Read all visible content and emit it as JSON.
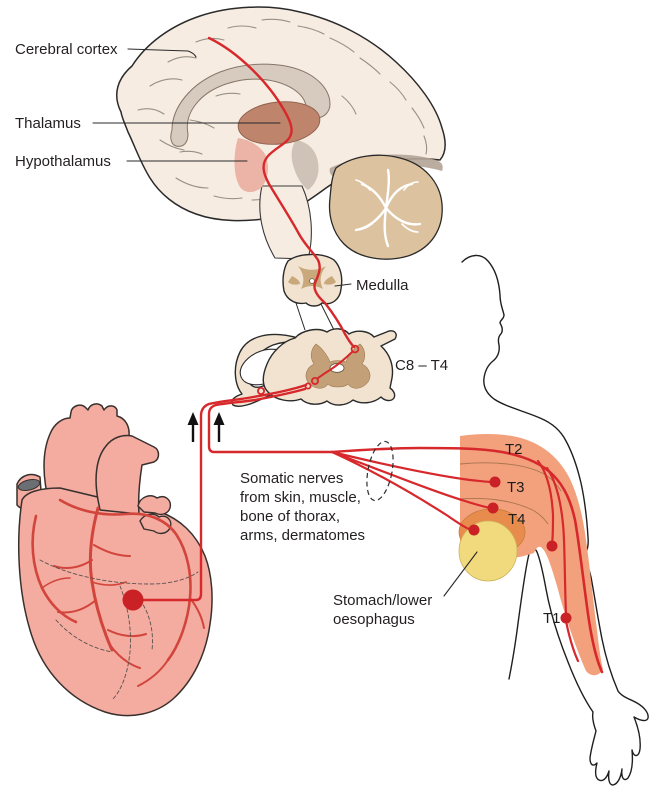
{
  "figure": {
    "type": "anatomical-diagram",
    "subject": "Referred cardiac pain pathway: heart afferents and somatic nerves converging on spinal cord segments C8–T4, relaying to medulla, thalamus, hypothalamus and cerebral cortex, with referred pain dermatomes on chest and arm"
  },
  "labels": {
    "cerebral_cortex": "Cerebral cortex",
    "thalamus": "Thalamus",
    "hypothalamus": "Hypothalamus",
    "medulla": "Medulla",
    "spinal_segment": "C8 – T4",
    "somatic_nerves_lines": [
      "Somatic nerves",
      "from skin, muscle,",
      "bone of thorax,",
      "arms, dermatomes"
    ],
    "stomach_lines": [
      "Stomach/lower",
      "oesophagus"
    ],
    "dermatome_t2": "T2",
    "dermatome_t3": "T3",
    "dermatome_t4": "T4",
    "dermatome_t1": "T1"
  },
  "icons": {
    "up_arrows": {
      "name": "up-arrow-icon",
      "count": 2,
      "meaning": "afferent signal direction (ascending)"
    }
  },
  "colors": {
    "nerve_red": "#d7282c",
    "referral_dot_red": "#c92125",
    "dermatome_orange": "#f2a17c",
    "dermatome_inner_orange": "#e78c4d",
    "stomach_yellow": "#f1da7d",
    "heart_pink": "#f4aba0",
    "artery_red": "#d2453c",
    "brain_cream": "#f6ece1",
    "corpus_callosum_gray": "#d7cabe",
    "thalamus_terracotta": "#bf846c",
    "hypothalamus_pink": "#ebb4a6",
    "cerebellum_tan": "#dcc29e",
    "cord_cream": "#f1e3d0",
    "gray_matter_tan": "#c3a077",
    "outline_dark": "#231f20"
  }
}
